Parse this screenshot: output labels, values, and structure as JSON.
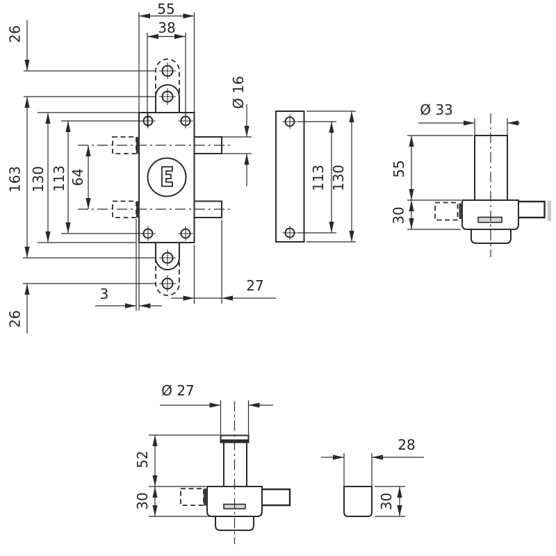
{
  "meta": {
    "background": "#ffffff",
    "ink_color": "#2a2a2a",
    "drawing_type": "rim-lock technical dimension drawing"
  },
  "dims": {
    "front": {
      "overall_width": "55",
      "screw_spacing_h": "38",
      "staple_travel_top": "26",
      "staple_hole_span": "163",
      "case_height": "130",
      "screw_spacing_v": "113",
      "bolt_center_spacing": "64",
      "bolt_diameter": "Ø 16",
      "faceplate_offset": "3",
      "bolt_throw": "27",
      "staple_travel_bottom": "26"
    },
    "plate": {
      "hole_spacing": "113",
      "plate_height": "130"
    },
    "side": {
      "cylinder_diameter": "Ø 33",
      "cylinder_length": "55",
      "case_depth": "30"
    },
    "cylinder_bottom": {
      "cylinder_diameter": "Ø 27",
      "cylinder_length": "52",
      "case_depth": "30"
    },
    "end_cap": {
      "width": "28",
      "height": "30"
    }
  }
}
